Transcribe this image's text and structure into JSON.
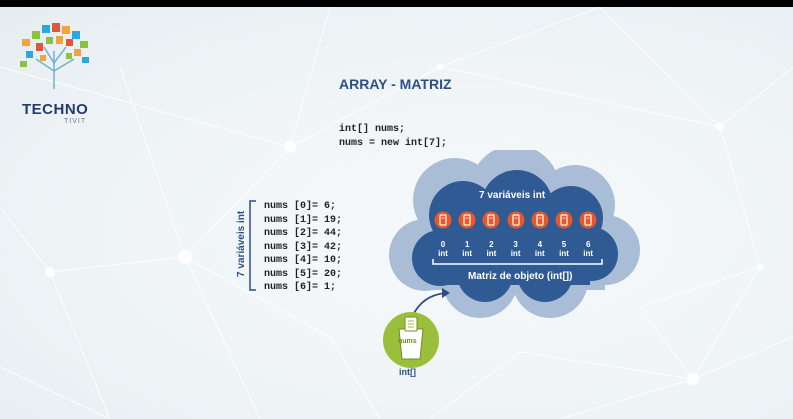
{
  "logo": {
    "title": "TECHNO",
    "subtitle": "TIVIT"
  },
  "title": "ARRAY - MATRIZ",
  "declaration": [
    "int[] nums;",
    "nums = new int[7];"
  ],
  "left_label": "7 variáveis int",
  "assignments": [
    "nums [0]= 6;",
    "nums [1]= 19;",
    "nums [2]= 44;",
    "nums [3]= 42;",
    "nums [4]= 10;",
    "nums [5]= 20;",
    "nums [6]= 1;"
  ],
  "cloud": {
    "title": "7 variáveis int",
    "cells": [
      {
        "index": "0",
        "type": "int"
      },
      {
        "index": "1",
        "type": "int"
      },
      {
        "index": "2",
        "type": "int"
      },
      {
        "index": "3",
        "type": "int"
      },
      {
        "index": "4",
        "type": "int"
      },
      {
        "index": "5",
        "type": "int"
      },
      {
        "index": "6",
        "type": "int"
      }
    ],
    "matrix_label": "Matriz de objeto (int[])"
  },
  "variable": {
    "name": "nums",
    "type": "int[]"
  },
  "colors": {
    "cell": "#e8582a",
    "cloud": "#2f5a94",
    "variable": "#9cbf3b",
    "title": "#2b4f86"
  }
}
